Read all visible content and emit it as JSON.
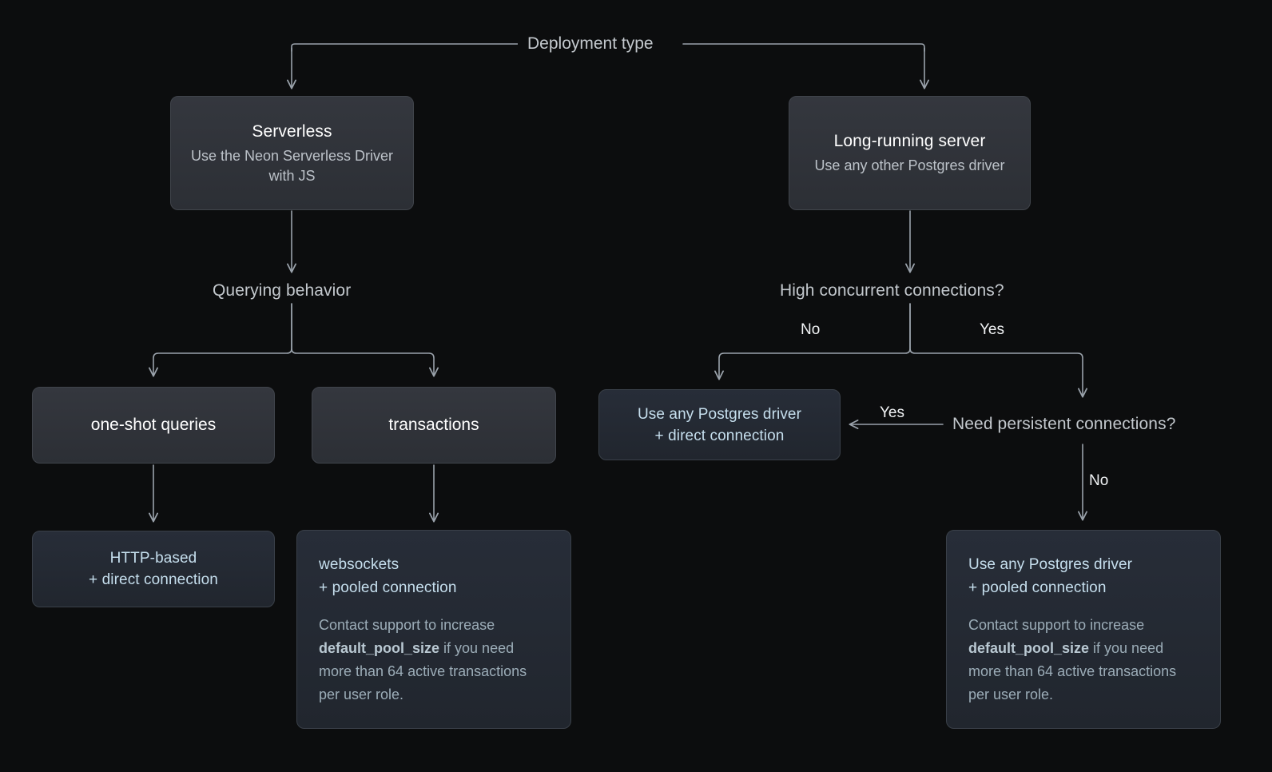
{
  "diagram": {
    "title": "Deployment type",
    "background_color": "#0c0d0e",
    "edge_color": "#9aa2ab",
    "accent_blue_text": "#c6dfee"
  },
  "nodes": {
    "serverless": {
      "title": "Serverless",
      "subtitle": "Use the Neon Serverless Driver with JS"
    },
    "long_running": {
      "title": "Long-running server",
      "subtitle": "Use any other Postgres driver"
    },
    "querying_behavior": {
      "label": "Querying behavior"
    },
    "high_concurrent": {
      "label": "High concurrent connections?"
    },
    "need_persistent": {
      "label": "Need persistent connections?"
    },
    "one_shot": {
      "label": "one-shot queries"
    },
    "transactions": {
      "label": "transactions"
    },
    "http_direct": {
      "line1": "HTTP-based",
      "line2": "+ direct connection"
    },
    "driver_direct": {
      "line1": "Use any Postgres driver",
      "line2": "+ direct connection"
    },
    "websockets_pooled": {
      "line1": "websockets",
      "line2": "+ pooled connection",
      "body_prefix": "Contact support to increase ",
      "body_code": "default_pool_size",
      "body_suffix": " if you need more than 64 active transactions per user role."
    },
    "driver_pooled": {
      "line1": "Use any Postgres driver",
      "line2": "+ pooled connection",
      "body_prefix": "Contact support to increase ",
      "body_code": "default_pool_size",
      "body_suffix": " if you need more than 64 active transactions per user role."
    }
  },
  "edge_labels": {
    "concurrent_no": "No",
    "concurrent_yes": "Yes",
    "persistent_yes": "Yes",
    "persistent_no": "No"
  }
}
